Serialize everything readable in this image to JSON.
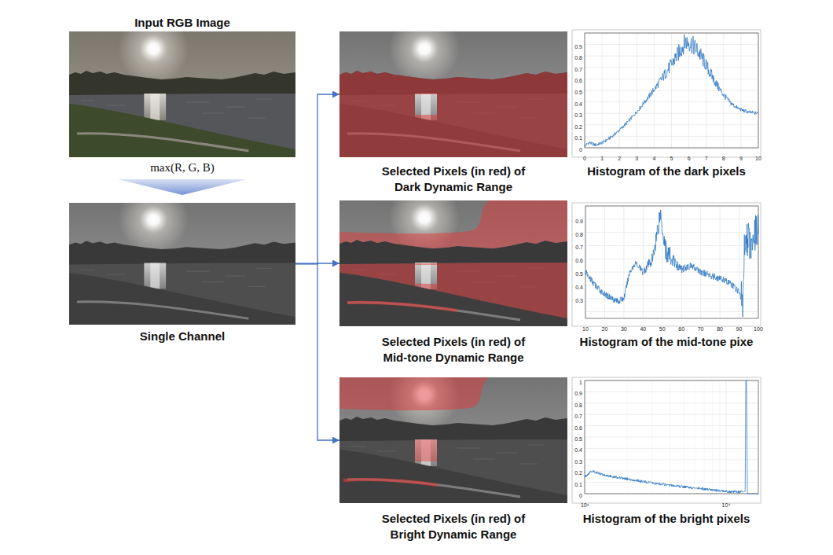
{
  "diagram": {
    "nodes": [
      {
        "text": [
          "Input RGB Image"
        ]
      },
      {
        "text": [
          "Single Channel"
        ]
      },
      {
        "text": [
          "Selected Pixels (in red) of Dark Dynamic Range"
        ]
      },
      {
        "text": [
          "Histogram of the dark pixels"
        ]
      },
      {
        "text": [
          "Selected Pixels (in red) of Mid-tone Dynamic Range"
        ]
      },
      {
        "text": [
          "Histogram of the mid-tone pixe"
        ]
      },
      {
        "text": [
          "Selected Pixels (in red) of Bright Dynamic Range"
        ]
      },
      {
        "text": [
          "Histogram of the bright pixels"
        ]
      }
    ],
    "edges": [
      {
        "from": 0,
        "to": 1,
        "arrow": "to",
        "label": "max(R, G, B)"
      },
      {
        "from": 1,
        "to": 2,
        "arrow": "to"
      },
      {
        "from": 1,
        "to": 4,
        "arrow": "to"
      },
      {
        "from": 1,
        "to": 6,
        "arrow": "to"
      }
    ],
    "labels": [
      "0.9",
      "0.8",
      "0.7",
      "0.6",
      "0.5",
      "0.4",
      "0.3",
      "0.2",
      "0.1",
      "0",
      "0",
      "1",
      "2",
      "3",
      "4",
      "5",
      "6",
      "7",
      "8",
      "9",
      "10",
      "0.9",
      "0.8",
      "0.7",
      "0.6",
      "0.5",
      "0.4",
      "0.3",
      "10",
      "20",
      "30",
      "40",
      "50",
      "60",
      "70",
      "80",
      "90",
      "100",
      "1",
      "0.9",
      "0.8",
      "0.7",
      "0.6",
      "0.5",
      "0.4",
      "0.3",
      "0.2",
      "0.1",
      "0",
      "10³",
      "10⁴"
    ]
  }
}
